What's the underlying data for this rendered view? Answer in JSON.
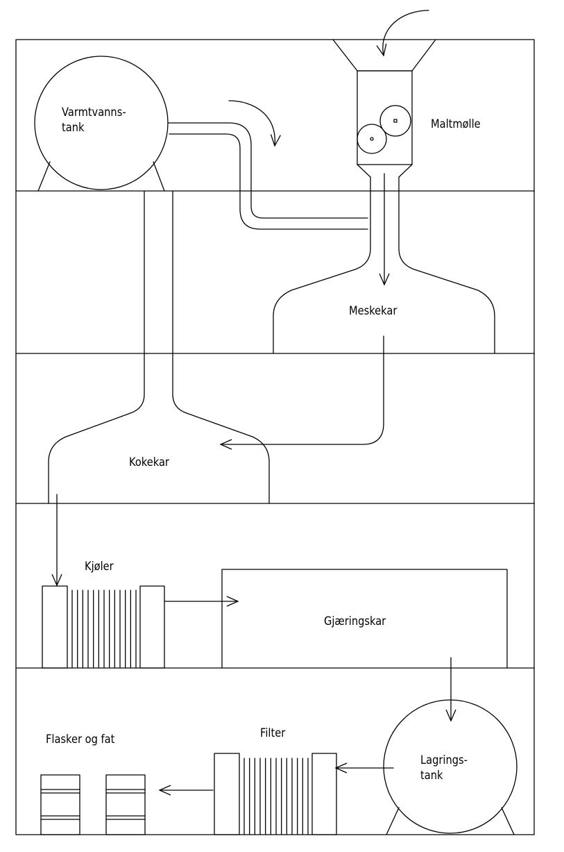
{
  "labels": {
    "hot_water_tank": "Varmtvanns-\ntank",
    "malt_mill": "Maltmølle",
    "mash_tun": "Meskekar",
    "boil_kettle": "Kokekar",
    "cooler": "Kjøler",
    "fermenter": "Gjæringskar",
    "filter": "Filter",
    "storage_tank": "Lagrings-\ntank",
    "bottles_and_kegs": "Flasker og fat"
  },
  "colors": {
    "line": "#000000",
    "background": "#ffffff"
  }
}
